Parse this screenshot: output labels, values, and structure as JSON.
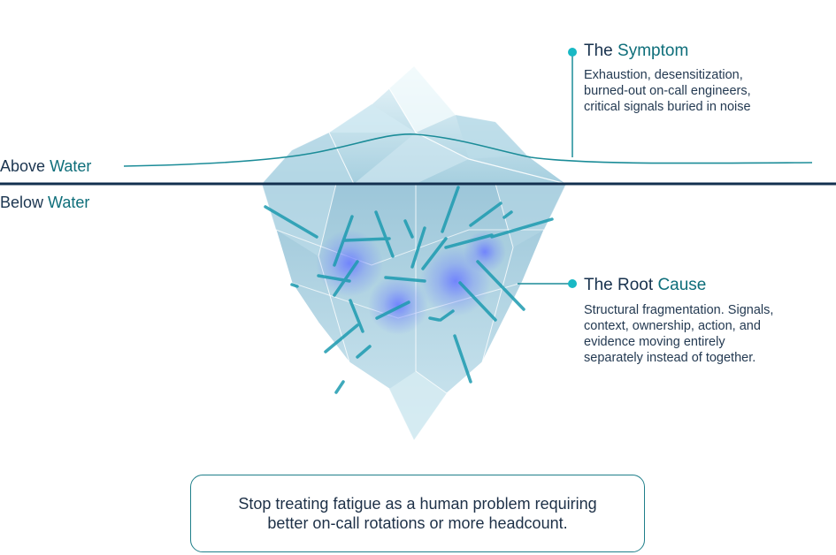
{
  "water": {
    "above_prefix": "Above",
    "above_accent": "Water",
    "below_prefix": "Below",
    "below_accent": "Water"
  },
  "symptom": {
    "title_prefix": "The",
    "title_accent": "Symptom",
    "lines": [
      "Exhaustion, desensitization,",
      "burned-out on-call engineers,",
      "critical signals buried in noise"
    ]
  },
  "root_cause": {
    "title_prefix": "The Root",
    "title_accent": "Cause",
    "lines": [
      "Structural fragmentation. Signals,",
      "context, ownership, action, and",
      "evidence moving entirely",
      "separately instead of together."
    ]
  },
  "banner": {
    "lines": [
      "Stop treating fatigue as a human problem requiring",
      "better on-call rotations or more headcount."
    ]
  },
  "colors": {
    "navy": "#1b3550",
    "teal": "#0e6e7a",
    "cyan_dot": "#18b8c4",
    "waterline": "#13304f",
    "ice_light": "#e3f3f8",
    "ice_mid": "#a9d2e2",
    "glow": "#5a6cf5"
  }
}
